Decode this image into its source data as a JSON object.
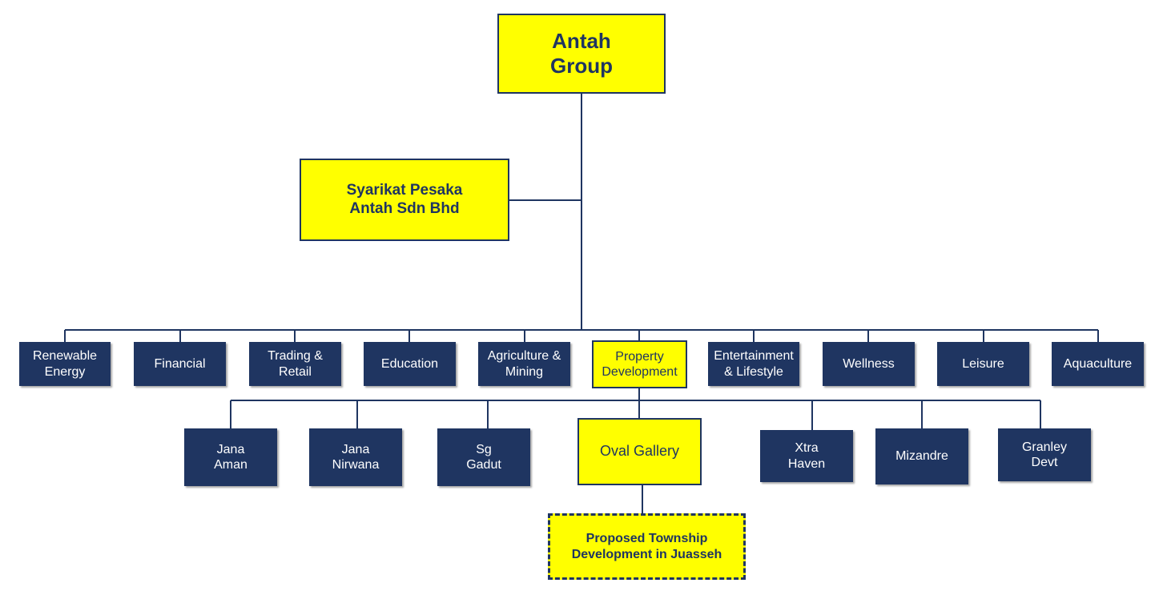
{
  "root": {
    "label": "Antah\nGroup"
  },
  "holding": {
    "label": "Syarikat Pesaka\nAntah Sdn Bhd"
  },
  "divisions": [
    {
      "label": "Renewable\nEnergy"
    },
    {
      "label": "Financial"
    },
    {
      "label": "Trading &\nRetail"
    },
    {
      "label": "Education"
    },
    {
      "label": "Agriculture &\nMining"
    },
    {
      "label": "Property\nDevelopment"
    },
    {
      "label": "Entertainment\n& Lifestyle"
    },
    {
      "label": "Wellness"
    },
    {
      "label": "Leisure"
    },
    {
      "label": "Aquaculture"
    }
  ],
  "property_subsidiaries": [
    {
      "label": "Jana\nAman"
    },
    {
      "label": "Jana\nNirwana"
    },
    {
      "label": "Sg\nGadut"
    },
    {
      "label": "Oval Gallery"
    },
    {
      "label": "Xtra\nHaven"
    },
    {
      "label": "Mizandre"
    },
    {
      "label": "Granley\nDevt"
    }
  ],
  "project": {
    "label": "Proposed Township\nDevelopment in Juasseh"
  },
  "colors": {
    "navy": "#1f3561",
    "yellow": "#ffff00",
    "line": "#1f3561"
  }
}
